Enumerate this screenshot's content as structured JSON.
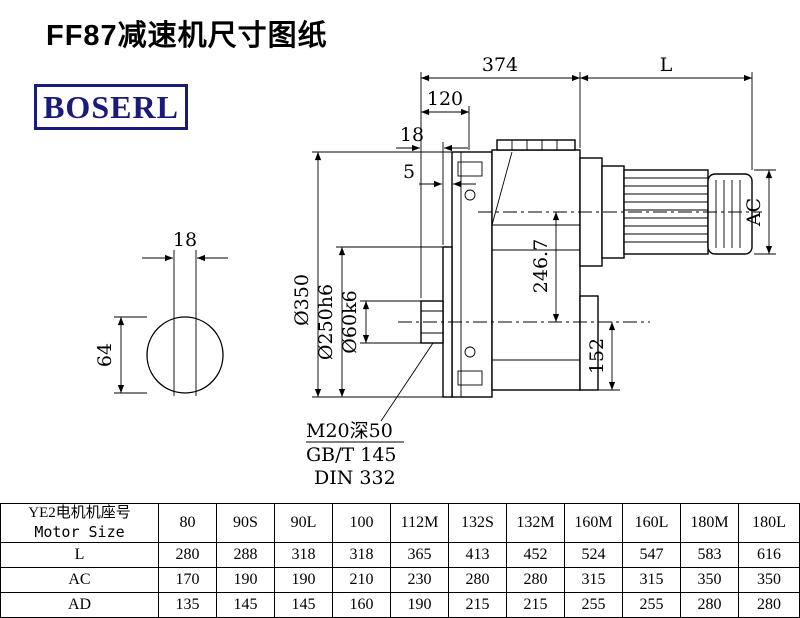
{
  "page": {
    "title": "FF87减速机尺寸图纸",
    "logo": "BOSERL"
  },
  "drawing": {
    "dims": {
      "top_width": "374",
      "motor_length": "L",
      "d120": "120",
      "d18": "18",
      "d5": "5",
      "motor_diameter": "AC",
      "d246_7": "246.7",
      "flange_diameter": "Ø350",
      "spigot_diameter": "Ø250h6",
      "bore_diameter": "Ø60k6",
      "d152": "152",
      "key_width": "18",
      "section_height": "64"
    },
    "notes": {
      "thread": "M20深50",
      "gb": "GB/T 145",
      "din": "DIN 332"
    }
  },
  "table": {
    "header": {
      "line1": "YE2电机机座号",
      "line2": "Motor Size"
    },
    "columns": [
      "80",
      "90S",
      "90L",
      "100",
      "112M",
      "132S",
      "132M",
      "160M",
      "160L",
      "180M",
      "180L"
    ],
    "rows": [
      {
        "label": "L",
        "values": [
          "280",
          "288",
          "318",
          "318",
          "365",
          "413",
          "452",
          "524",
          "547",
          "583",
          "616"
        ]
      },
      {
        "label": "AC",
        "values": [
          "170",
          "190",
          "190",
          "210",
          "230",
          "280",
          "280",
          "315",
          "315",
          "350",
          "350"
        ]
      },
      {
        "label": "AD",
        "values": [
          "135",
          "145",
          "145",
          "160",
          "190",
          "215",
          "215",
          "255",
          "255",
          "280",
          "280"
        ]
      }
    ]
  },
  "colors": {
    "line": "#000000",
    "logo": "#1a1a7a",
    "background": "#ffffff"
  }
}
